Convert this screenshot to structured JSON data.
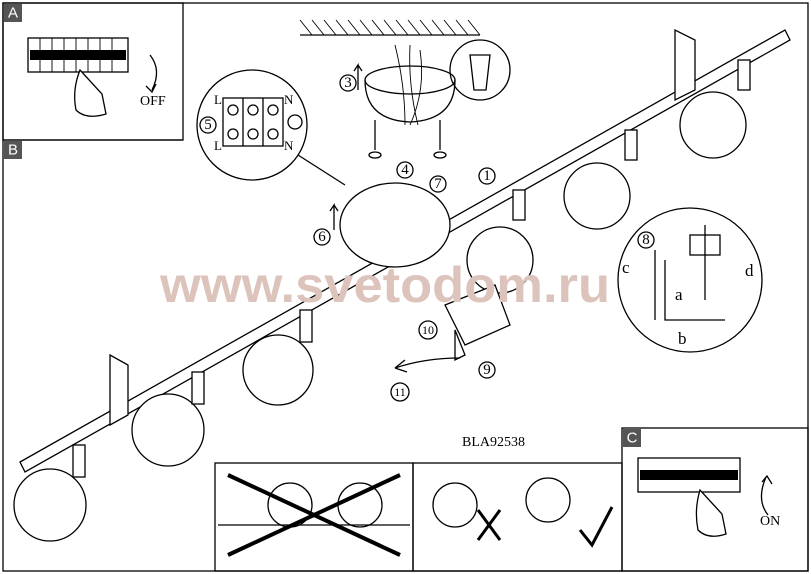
{
  "panels": {
    "a": {
      "label": "A",
      "switch_text": "OFF"
    },
    "b": {
      "label": "B"
    },
    "c": {
      "label": "C",
      "switch_text": "ON"
    }
  },
  "model_code": "BLA92538",
  "watermark": "www.svetodom.ru",
  "steps": [
    "1",
    "3",
    "4",
    "5",
    "6",
    "7",
    "8",
    "9",
    "10",
    "11"
  ],
  "terminal_labels": {
    "live": "L",
    "neutral": "N"
  },
  "detail_letters": {
    "a": "a",
    "b": "b",
    "c": "c",
    "d": "d"
  }
}
